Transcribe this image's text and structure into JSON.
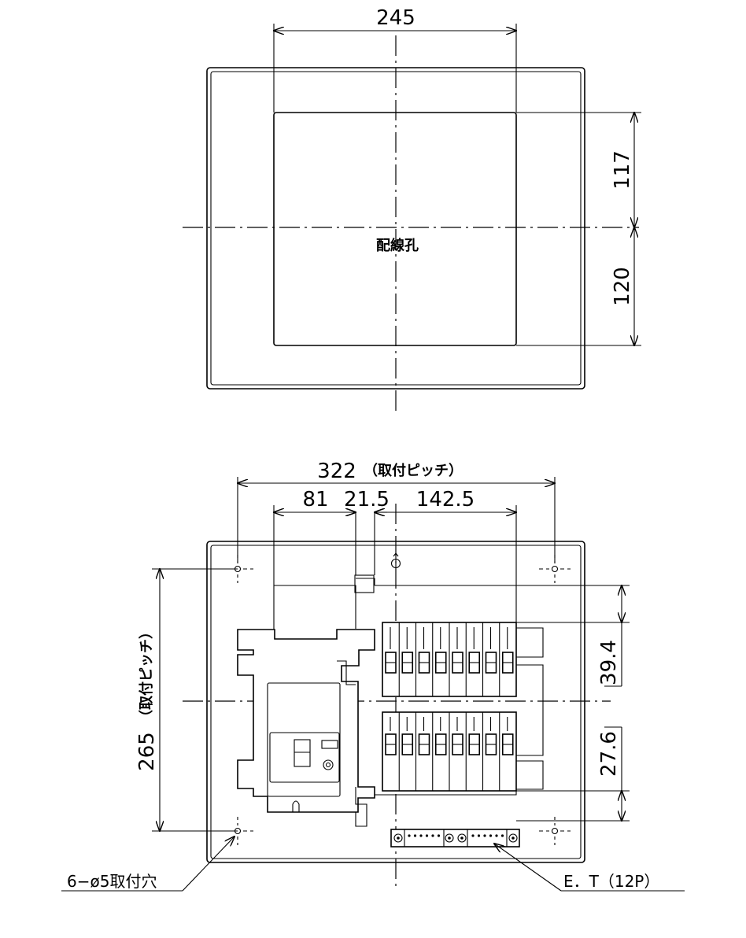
{
  "top_view": {
    "dim_width": "245",
    "dim_upper": "117",
    "dim_lower": "120",
    "hole_label": "配線孔"
  },
  "front_view": {
    "dim_pitch_h": "322",
    "dim_pitch_h_note": "（取付ピッチ）",
    "dim_a": "81",
    "dim_b": "21.5",
    "dim_c": "142.5",
    "dim_pitch_v": "265",
    "dim_pitch_v_note": "（取付ピッチ）",
    "dim_d": "39.4",
    "dim_e": "27.6",
    "mount_holes_label": "6−ø5取付穴",
    "terminal_label": "E．T（12P）"
  }
}
